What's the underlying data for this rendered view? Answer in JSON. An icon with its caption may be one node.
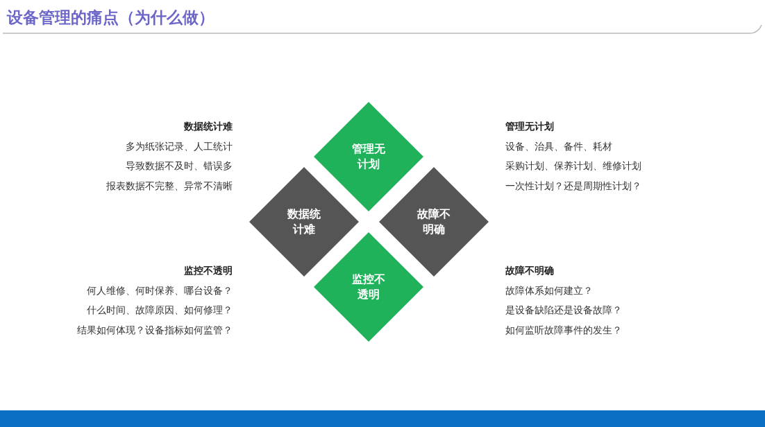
{
  "diagram": {
    "title": "设备管理的痛点（为什么做）",
    "nodes": [
      {
        "text": [
          "管理无计划"
        ]
      },
      {
        "text": [
          "数据统计难"
        ]
      },
      {
        "text": [
          "故障不明确"
        ]
      },
      {
        "text": [
          "监控不透明"
        ]
      }
    ],
    "labels": [
      "数据统计难",
      "多为纸张记录、人工统计",
      "导致数据不及时、错误多",
      "报表数据不完整、异常不清晰",
      "管理无计划",
      "设备、治具、备件、耗材",
      "采购计划、保养计划、维修计划",
      "一次性计划？还是周期性计划？",
      "监控不透明",
      "何人维修、何时保养、哪台设备？",
      "什么时间、故障原因、如何修理？",
      "结果如何体现？设备指标如何监管？",
      "故障不明确",
      "故障体系如何建立？",
      "是设备缺陷还是设备故障？",
      "如何监听故障事件的发生？"
    ]
  }
}
